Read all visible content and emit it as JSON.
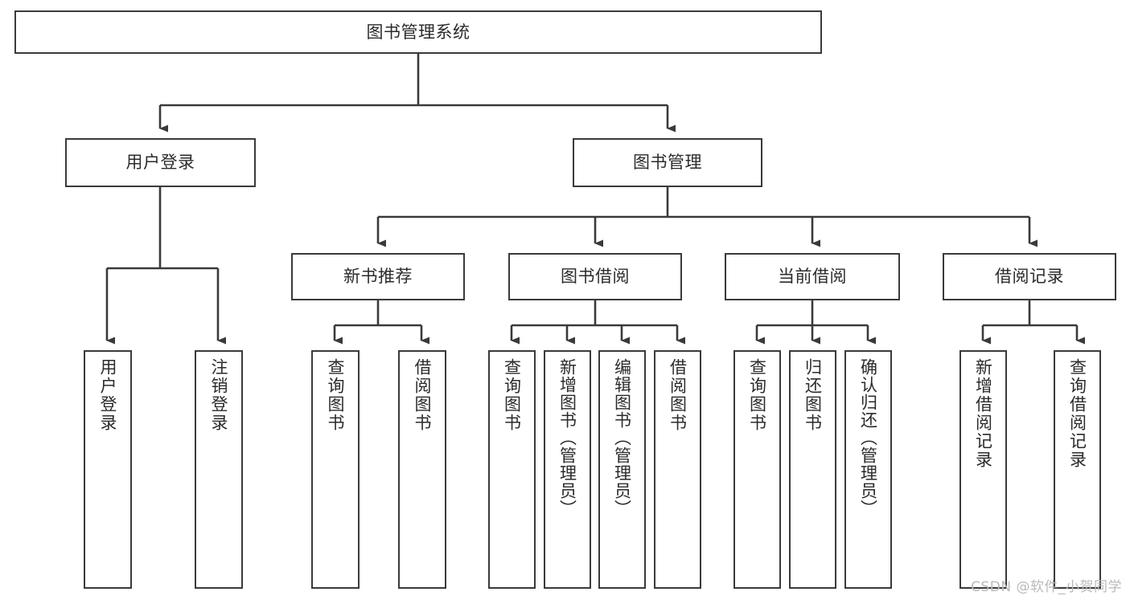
{
  "diagram": {
    "title": "图书管理系统",
    "type": "tree",
    "watermark": "CSDN @软件_小贺同学",
    "colors": {
      "box_border": "#3a3a3a",
      "box_fill": "#ffffff",
      "text": "#2b2b2b",
      "connector": "#3a3a3a",
      "background": "#ffffff",
      "watermark": "#b9b9b9"
    },
    "nodes": {
      "root": {
        "label": "图书管理系统"
      },
      "level2": [
        {
          "label": "用户登录"
        },
        {
          "label": "图书管理"
        }
      ],
      "level3": [
        {
          "label": "新书推荐"
        },
        {
          "label": "图书借阅"
        },
        {
          "label": "当前借阅"
        },
        {
          "label": "借阅记录"
        }
      ],
      "leaves": {
        "user_login": [
          {
            "label": "用户登录"
          },
          {
            "label": "注销登录"
          }
        ],
        "new_book_recommend": [
          {
            "label": "查询图书"
          },
          {
            "label": "借阅图书"
          }
        ],
        "book_borrow": [
          {
            "label": "查询图书"
          },
          {
            "label": "新增图书（管理员）"
          },
          {
            "label": "编辑图书（管理员）"
          },
          {
            "label": "借阅图书"
          }
        ],
        "current_borrow": [
          {
            "label": "查询图书"
          },
          {
            "label": "归还图书"
          },
          {
            "label": "确认归还（管理员）"
          }
        ],
        "borrow_record": [
          {
            "label": "新增借阅记录"
          },
          {
            "label": "查询借阅记录"
          }
        ]
      }
    }
  }
}
